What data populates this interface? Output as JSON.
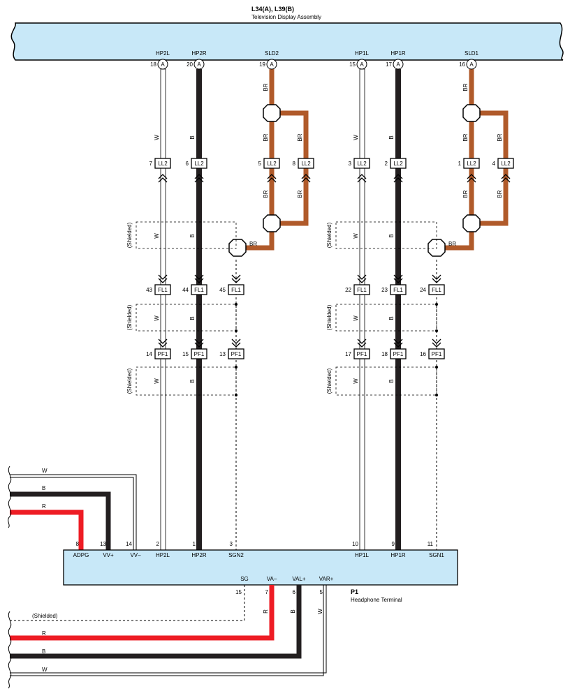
{
  "tv_assembly": {
    "code": "L34(A), L39(B)",
    "name": "Television Display Assembly"
  },
  "headphone_terminal": {
    "code": "P1",
    "name": "Headphone Terminal"
  },
  "colors": {
    "assembly_fill": "#c8e8f8",
    "white_wire": "#ffffff",
    "black_wire": "#231f20",
    "brown_wire": "#b05a2a",
    "red_wire": "#ee1c24"
  },
  "shield_label": "(Shielded)",
  "labels": {
    "tv_pins": [
      {
        "name": "HP2L",
        "pin": "18",
        "conn": "A"
      },
      {
        "name": "HP2R",
        "pin": "20",
        "conn": "A"
      },
      {
        "name": "SLD2",
        "pin": "19",
        "conn": "A"
      },
      {
        "name": "HP1L",
        "pin": "15",
        "conn": "A"
      },
      {
        "name": "HP1R",
        "pin": "17",
        "conn": "A"
      },
      {
        "name": "SLD1",
        "pin": "16",
        "conn": "A"
      }
    ],
    "wire_colors": {
      "W": "W",
      "B": "B",
      "BR": "BR",
      "R": "R"
    },
    "ll2_connectors": [
      {
        "pin": "7",
        "name": "LL2"
      },
      {
        "pin": "6",
        "name": "LL2"
      },
      {
        "pin": "5",
        "name": "LL2"
      },
      {
        "pin": "8",
        "name": "LL2"
      },
      {
        "pin": "3",
        "name": "LL2"
      },
      {
        "pin": "2",
        "name": "LL2"
      },
      {
        "pin": "1",
        "name": "LL2"
      },
      {
        "pin": "4",
        "name": "LL2"
      }
    ],
    "fl1_connectors": [
      {
        "pin": "43",
        "name": "FL1"
      },
      {
        "pin": "44",
        "name": "FL1"
      },
      {
        "pin": "45",
        "name": "FL1"
      },
      {
        "pin": "22",
        "name": "FL1"
      },
      {
        "pin": "23",
        "name": "FL1"
      },
      {
        "pin": "24",
        "name": "FL1"
      }
    ],
    "pf1_connectors": [
      {
        "pin": "14",
        "name": "PF1"
      },
      {
        "pin": "15",
        "name": "PF1"
      },
      {
        "pin": "13",
        "name": "PF1"
      },
      {
        "pin": "17",
        "name": "PF1"
      },
      {
        "pin": "18",
        "name": "PF1"
      },
      {
        "pin": "16",
        "name": "PF1"
      }
    ],
    "p1_top_pins": [
      {
        "pin": "8",
        "name": "ADPG"
      },
      {
        "pin": "13",
        "name": "VV+"
      },
      {
        "pin": "14",
        "name": "VV–"
      },
      {
        "pin": "2",
        "name": "HP2L"
      },
      {
        "pin": "1",
        "name": "HP2R"
      },
      {
        "pin": "3",
        "name": "SGN2"
      },
      {
        "pin": "10",
        "name": "HP1L"
      },
      {
        "pin": "9",
        "name": "HP1R"
      },
      {
        "pin": "11",
        "name": "SGN1"
      }
    ],
    "p1_bottom_pins": [
      {
        "pin": "15",
        "name": "SG"
      },
      {
        "pin": "7",
        "name": "VA–"
      },
      {
        "pin": "6",
        "name": "VAL+"
      },
      {
        "pin": "5",
        "name": "VAR+"
      }
    ]
  }
}
